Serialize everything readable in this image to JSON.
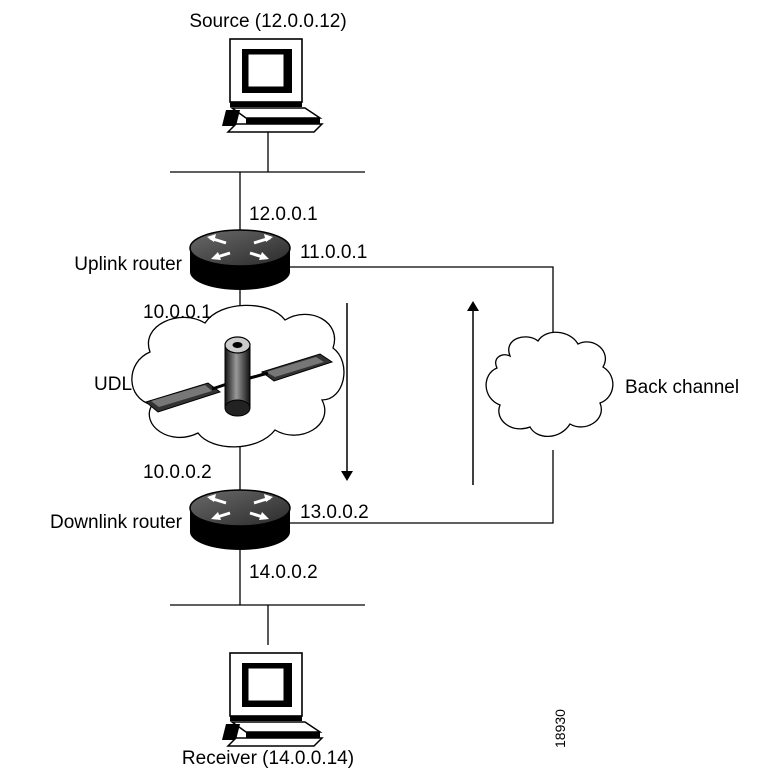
{
  "diagram": {
    "source_label": "Source (12.0.0.12)",
    "receiver_label": "Receiver (14.0.0.14)",
    "uplink_router_label": "Uplink router",
    "downlink_router_label": "Downlink router",
    "udl_label": "UDL",
    "back_channel_label": "Back channel",
    "ip_uplink_top": "12.0.0.1",
    "ip_uplink_right": "11.0.0.1",
    "ip_uplink_bottom": "10.0.0.1",
    "ip_downlink_top": "10.0.0.2",
    "ip_downlink_right": "13.0.0.2",
    "ip_downlink_bottom": "14.0.0.2",
    "figure_number": "18930"
  }
}
